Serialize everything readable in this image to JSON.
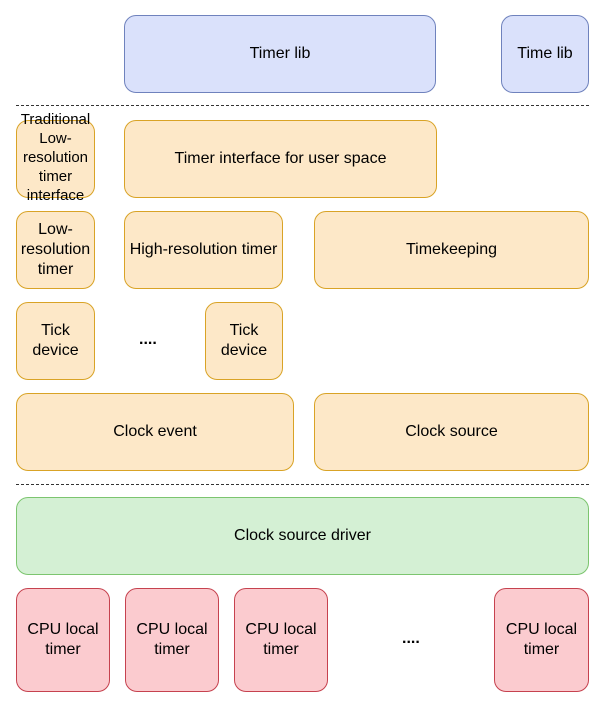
{
  "layers": {
    "top": {
      "timer_lib": "Timer lib",
      "time_lib": "Time lib"
    },
    "middle": {
      "traditional_low_res_interface": "Traditional\nLow-\nresolution\ntimer\ninterface",
      "timer_interface_user_space": "Timer interface for user space",
      "low_res_timer": "Low-\nresolution\ntimer",
      "high_res_timer": "High-resolution timer",
      "timekeeping": "Timekeeping",
      "tick_device_1": "Tick\ndevice",
      "tick_ellipsis": "....",
      "tick_device_2": "Tick\ndevice",
      "clock_event": "Clock event",
      "clock_source": "Clock source"
    },
    "driver": {
      "clock_source_driver": "Clock source driver"
    },
    "hardware": {
      "cpu_timer_1": "CPU local\ntimer",
      "cpu_timer_2": "CPU local\ntimer",
      "cpu_timer_3": "CPU local\ntimer",
      "cpu_ellipsis": "....",
      "cpu_timer_4": "CPU local\ntimer"
    }
  },
  "colors": {
    "blue_fill": "#dae1fb",
    "blue_stroke": "#6f82bd",
    "orange_fill": "#fde8c8",
    "orange_stroke": "#d9a326",
    "green_fill": "#d4f0d4",
    "green_stroke": "#7cc56f",
    "red_fill": "#fbcbcf",
    "red_stroke": "#c6424f"
  }
}
